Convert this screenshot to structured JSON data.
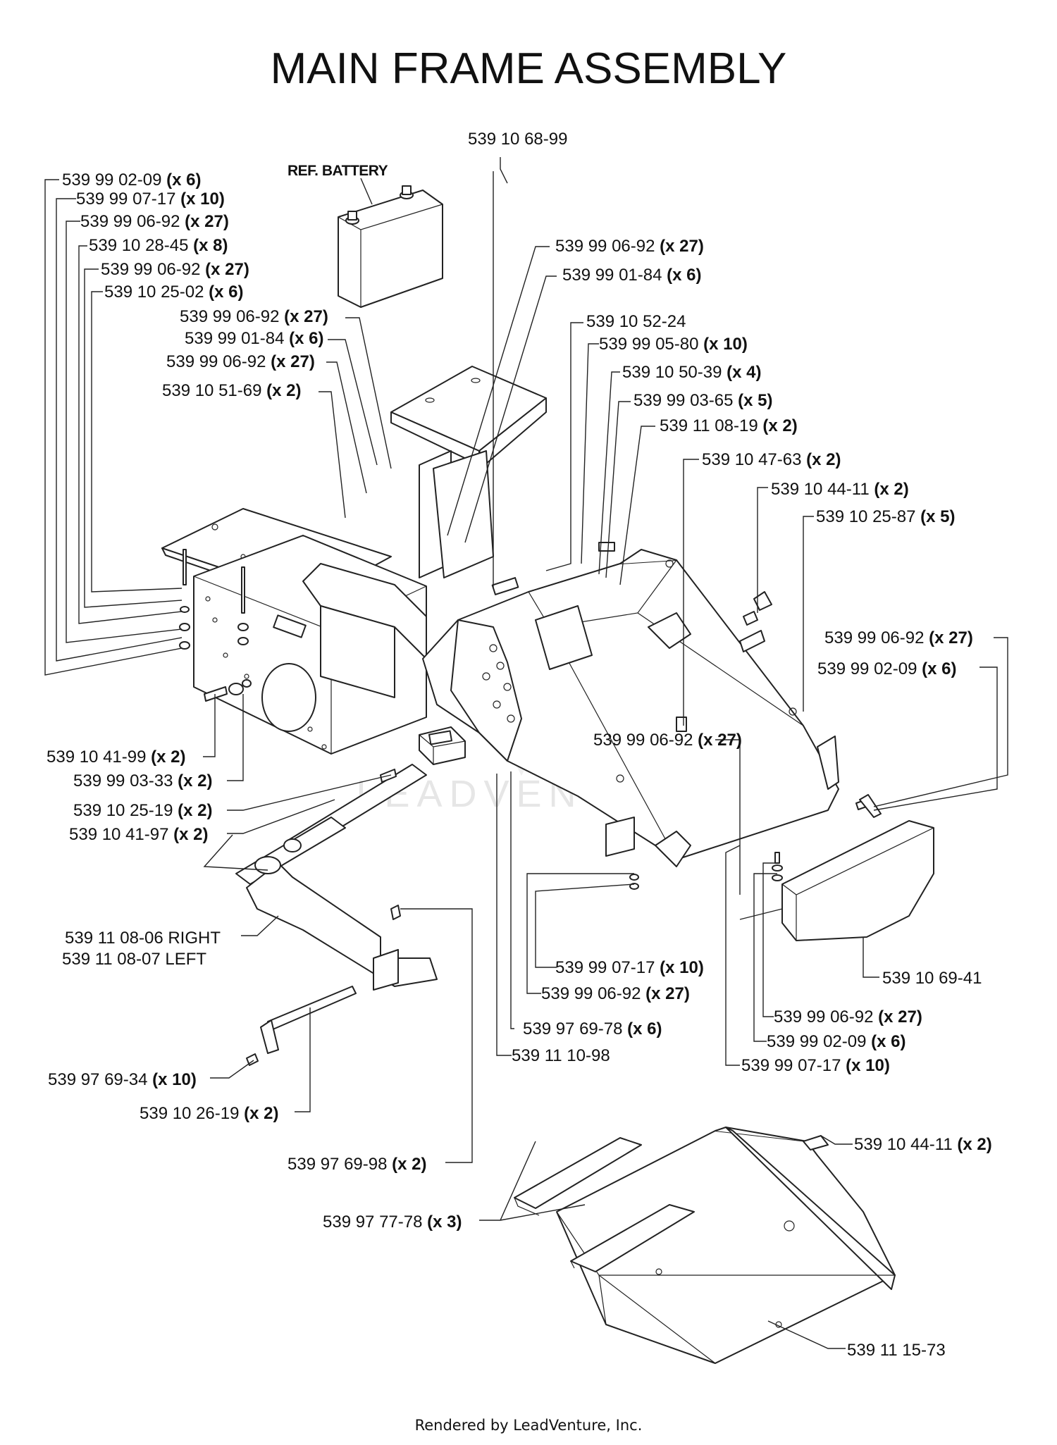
{
  "title": "MAIN FRAME ASSEMBLY",
  "reference_label": "REF. BATTERY",
  "watermark": "LEADVENTURE",
  "footer": "Rendered by LeadVenture, Inc.",
  "callouts": [
    {
      "part": "539 10 68-99",
      "qty": ""
    },
    {
      "part": "539 99 02-09",
      "qty": "(x 6)"
    },
    {
      "part": "539 99 07-17",
      "qty": "(x 10)"
    },
    {
      "part": "539 99 06-92",
      "qty": "(x 27)"
    },
    {
      "part": "539 10 28-45",
      "qty": "(x 8)"
    },
    {
      "part": "539 99 06-92",
      "qty": "(x 27)"
    },
    {
      "part": "539 10 25-02",
      "qty": "(x 6)"
    },
    {
      "part": "539 99 06-92",
      "qty": "(x 27)"
    },
    {
      "part": "539 99 01-84",
      "qty": "(x 6)"
    },
    {
      "part": "539 99 06-92",
      "qty": "(x 27)"
    },
    {
      "part": "539 10 51-69",
      "qty": "(x 2)"
    },
    {
      "part": "539 99 06-92",
      "qty": "(x 27)"
    },
    {
      "part": "539 99 01-84",
      "qty": "(x 6)"
    },
    {
      "part": "539 10 52-24",
      "qty": ""
    },
    {
      "part": "539 99 05-80",
      "qty": "(x 10)"
    },
    {
      "part": "539 10 50-39",
      "qty": " (x 4)"
    },
    {
      "part": "539 99 03-65",
      "qty": "(x 5)"
    },
    {
      "part": "539 11 08-19",
      "qty": "(x 2)"
    },
    {
      "part": "539 10 47-63",
      "qty": "(x 2)"
    },
    {
      "part": "539 10 44-11",
      "qty": "(x 2)"
    },
    {
      "part": "539 10 25-87",
      "qty": "(x 5)"
    },
    {
      "part": "539 99 06-92",
      "qty": "(x 27)"
    },
    {
      "part": "539 99 02-09",
      "qty": "(x 6)"
    },
    {
      "part": "539 99 06-92",
      "qty": "(x 27)"
    },
    {
      "part": "539 10 41-99",
      "qty": "(x 2)"
    },
    {
      "part": "539 99 03-33",
      "qty": "(x 2)"
    },
    {
      "part": "539 10 25-19",
      "qty": "(x 2)"
    },
    {
      "part": "539 10 41-97",
      "qty": "(x 2)"
    },
    {
      "part": "539 11 08-06 RIGHT",
      "qty": ""
    },
    {
      "part": "539 11 08-07 LEFT",
      "qty": ""
    },
    {
      "part": "539 99 07-17",
      "qty": "(x 10)"
    },
    {
      "part": "539 99 06-92",
      "qty": "(x 27)"
    },
    {
      "part": "539 97 69-78",
      "qty": "(x 6)"
    },
    {
      "part": "539 11 10-98",
      "qty": ""
    },
    {
      "part": "539 10 69-41",
      "qty": ""
    },
    {
      "part": "539 99 06-92",
      "qty": "(x 27)"
    },
    {
      "part": "539 99 02-09",
      "qty": "(x 6)"
    },
    {
      "part": "539 99 07-17",
      "qty": "(x 10)"
    },
    {
      "part": "539 97 69-34",
      "qty": "(x 10)"
    },
    {
      "part": "539 10 26-19",
      "qty": "(x 2)"
    },
    {
      "part": "539 97 69-98",
      "qty": "(x 2)"
    },
    {
      "part": "539 10 44-11",
      "qty": "(x 2)"
    },
    {
      "part": "539 97 77-78",
      "qty": "(x 3)"
    },
    {
      "part": "539 11 15-73",
      "qty": ""
    }
  ]
}
